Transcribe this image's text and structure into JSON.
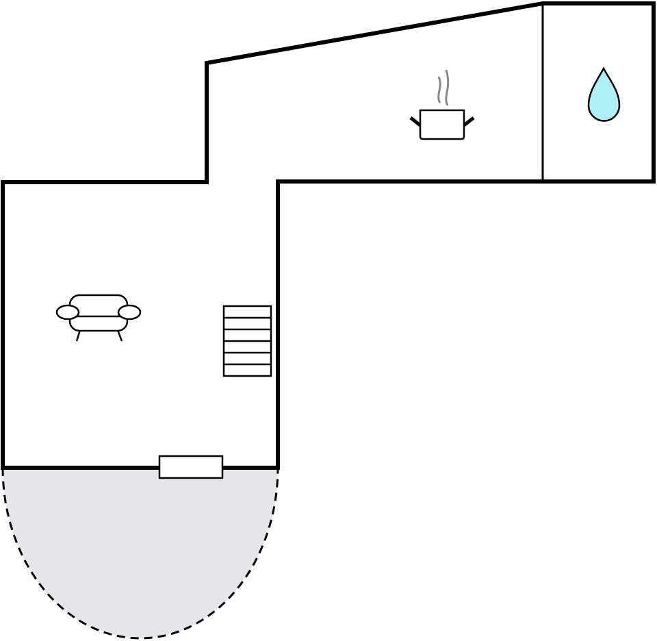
{
  "floorplan": {
    "rooms": [
      {
        "id": "living-room",
        "icon": "sofa-icon"
      },
      {
        "id": "kitchen",
        "icon": "cooking-pot-icon"
      },
      {
        "id": "bathroom",
        "icon": "water-drop-icon"
      },
      {
        "id": "terrace",
        "style": "dashed-outline"
      }
    ],
    "features": [
      "staircase",
      "door"
    ],
    "colors": {
      "wall": "#000000",
      "background": "#ffffff",
      "terrace_fill": "#e6e6ea",
      "water_drop_fill": "#aef0f6",
      "steam": "#888888"
    }
  }
}
